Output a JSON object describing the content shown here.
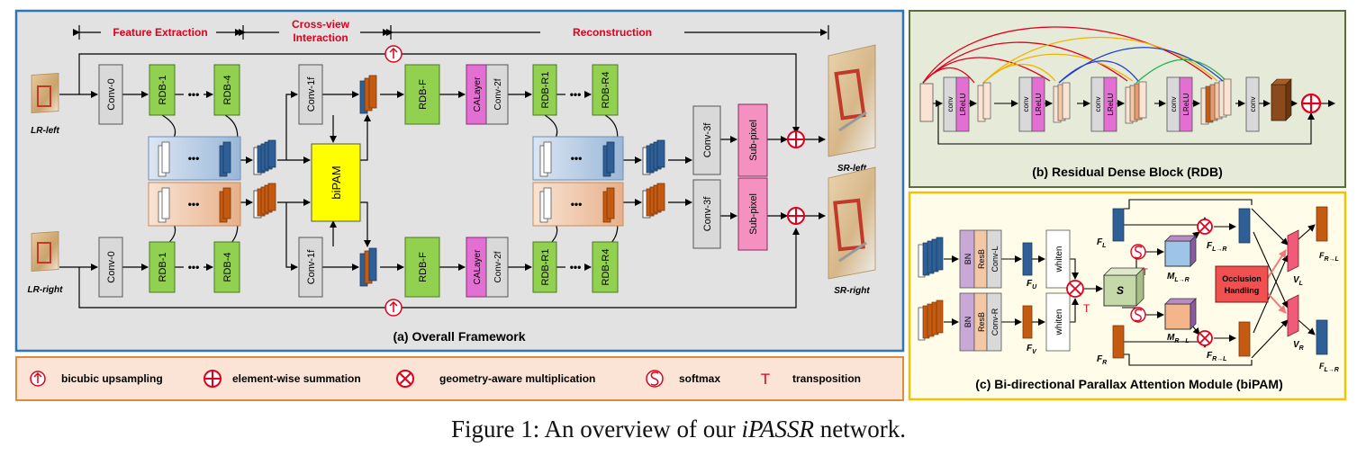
{
  "figure": {
    "caption_prefix": "Figure 1: An overview of our ",
    "caption_italic": "iPASSR",
    "caption_suffix": " network."
  },
  "panel_a": {
    "title": "(a) Overall Framework",
    "stage_feature": "Feature Extraction",
    "stage_cross_1": "Cross-view",
    "stage_cross_2": "Interaction",
    "stage_recon": "Reconstruction",
    "lr_left": "LR-left",
    "lr_right": "LR-right",
    "sr_left": "SR-left",
    "sr_right": "SR-right",
    "conv0": "Conv-0",
    "rdb1": "RDB-1",
    "rdb4": "RDB-4",
    "dots": "•••",
    "conv1f": "Conv-1f",
    "bipam": "biPAM",
    "rdbf": "RDB-F",
    "calayer": "CALayer",
    "conv2f": "Conv-2f",
    "rdbr1": "RDB-R1",
    "rdbr4": "RDB-R4",
    "conv3f": "Conv-3f",
    "subpixel": "Sub-pixel"
  },
  "legend": {
    "upsampling": "bicubic upsampling",
    "summation": "element-wise summation",
    "multiplication": "geometry-aware multiplication",
    "softmax": "softmax",
    "transposition_symbol": "T",
    "transposition": "transposition"
  },
  "panel_b": {
    "title": "(b) Residual Dense Block (RDB)",
    "conv": "conv",
    "lrelu": "LReLU"
  },
  "panel_c": {
    "title": "(c) Bi-directional Parallax Attention Module (biPAM)",
    "bn": "BN",
    "resb": "ResB",
    "conv_l": "Conv-L",
    "conv_r": "Conv-R",
    "whiten": "whiten",
    "fu": "F",
    "fu_sub": "U",
    "fv": "F",
    "fv_sub": "V",
    "fl": "F",
    "fl_sub": "L",
    "fr": "F",
    "fr_sub": "R",
    "s": "S",
    "t": "T",
    "m_lr": "M",
    "m_lr_sub": "L→R",
    "m_rl": "M",
    "m_rl_sub": "R→L",
    "occlusion_1": "Occlusion",
    "occlusion_2": "Handling",
    "f_lr": "F",
    "f_lr_sub": "L→R",
    "f_rl": "F",
    "f_rl_sub": "R→L",
    "vl": "V",
    "vl_sub": "L",
    "vr": "V",
    "vr_sub": "R",
    "f_rl_out": "F",
    "f_rl_out_sub": "R→L",
    "f_lr_out": "F",
    "f_lr_out_sub": "L→R"
  },
  "colors": {
    "panel_a_bg": "#e2e2e2",
    "panel_a_border": "#2e75b6",
    "panel_b_bg": "#e6ead9",
    "panel_b_border": "#5a6e3a",
    "panel_c_bg": "#fffde9",
    "panel_c_border": "#f2c200",
    "legend_bg": "#fbe4d5",
    "legend_border": "#e08a3c",
    "rdb_green": "#92d050",
    "conv_gray": "#d9d9d9",
    "bipam_yellow": "#ffff00",
    "ca_pink": "#e36fd2",
    "subpixel_pink": "#f491c0",
    "stage_red": "#e0001b",
    "blue_feature": "#2e5f96",
    "orange_feature": "#c55a11",
    "occlusion_red": "#f05050"
  }
}
